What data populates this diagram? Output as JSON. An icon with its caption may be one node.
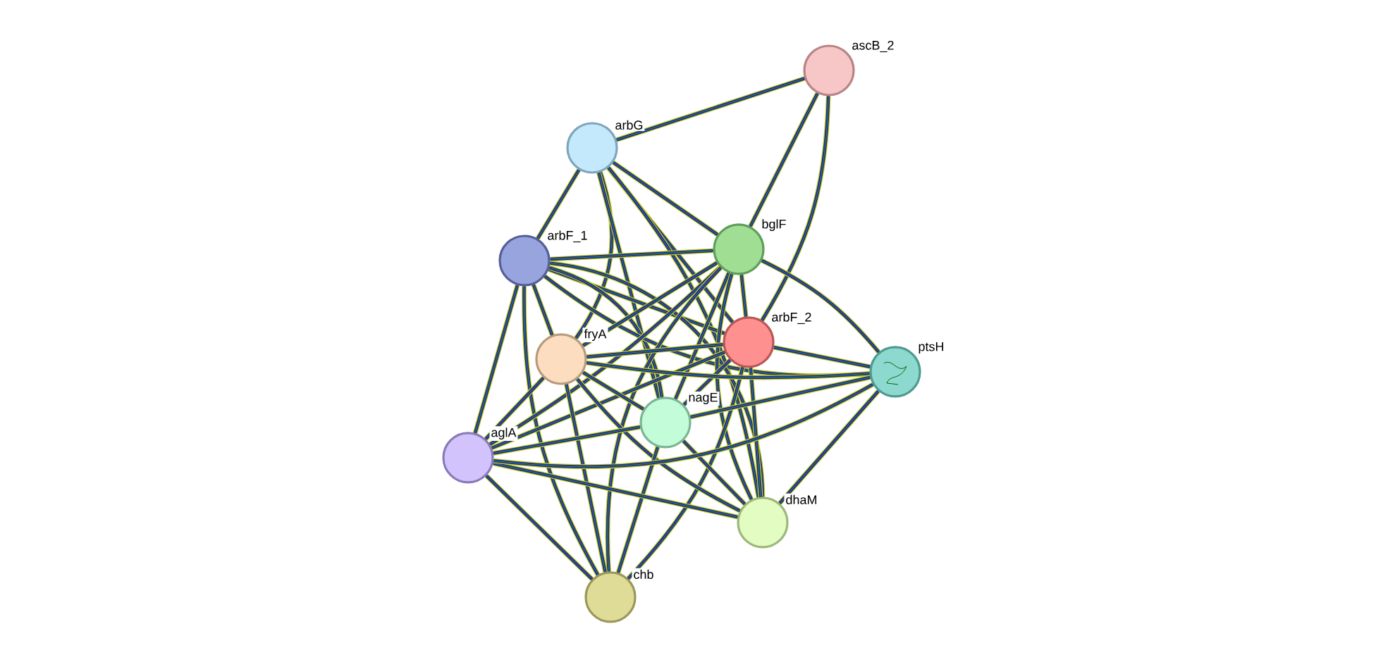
{
  "diagram": {
    "nodes": [
      {
        "text": [
          "ascB_2"
        ]
      },
      {
        "text": [
          "arbG"
        ]
      },
      {
        "text": [
          "bglF"
        ]
      },
      {
        "text": [
          "arbF_1"
        ]
      },
      {
        "text": [
          "arbF_2"
        ]
      },
      {
        "text": [
          "fryA"
        ]
      },
      {
        "text": [
          "ptsH"
        ]
      },
      {
        "text": [
          "nagE"
        ]
      },
      {
        "text": [
          "aglA"
        ]
      },
      {
        "text": [
          "dhaM"
        ]
      },
      {
        "text": [
          "chb"
        ]
      }
    ],
    "edges": [
      {
        "from": 0,
        "to": 1,
        "arrow": "none"
      },
      {
        "from": 0,
        "to": 2,
        "arrow": "none"
      },
      {
        "from": 0,
        "to": 4,
        "arrow": "none"
      },
      {
        "from": 1,
        "to": 3,
        "arrow": "none"
      },
      {
        "from": 1,
        "to": 2,
        "arrow": "none"
      },
      {
        "from": 1,
        "to": 4,
        "arrow": "none"
      },
      {
        "from": 1,
        "to": 5,
        "arrow": "none"
      },
      {
        "from": 1,
        "to": 7,
        "arrow": "none"
      },
      {
        "from": 1,
        "to": 9,
        "arrow": "none"
      },
      {
        "from": 3,
        "to": 2,
        "arrow": "none"
      },
      {
        "from": 3,
        "to": 4,
        "arrow": "none"
      },
      {
        "from": 3,
        "to": 5,
        "arrow": "none"
      },
      {
        "from": 3,
        "to": 7,
        "arrow": "none"
      },
      {
        "from": 3,
        "to": 8,
        "arrow": "none"
      },
      {
        "from": 3,
        "to": 6,
        "arrow": "none"
      },
      {
        "from": 3,
        "to": 9,
        "arrow": "none"
      },
      {
        "from": 3,
        "to": 10,
        "arrow": "none"
      },
      {
        "from": 2,
        "to": 4,
        "arrow": "none"
      },
      {
        "from": 2,
        "to": 5,
        "arrow": "none"
      },
      {
        "from": 2,
        "to": 7,
        "arrow": "none"
      },
      {
        "from": 2,
        "to": 8,
        "arrow": "none"
      },
      {
        "from": 2,
        "to": 6,
        "arrow": "none"
      },
      {
        "from": 2,
        "to": 9,
        "arrow": "none"
      },
      {
        "from": 2,
        "to": 10,
        "arrow": "none"
      },
      {
        "from": 4,
        "to": 5,
        "arrow": "none"
      },
      {
        "from": 4,
        "to": 7,
        "arrow": "none"
      },
      {
        "from": 4,
        "to": 8,
        "arrow": "none"
      },
      {
        "from": 4,
        "to": 6,
        "arrow": "none"
      },
      {
        "from": 4,
        "to": 9,
        "arrow": "none"
      },
      {
        "from": 4,
        "to": 10,
        "arrow": "none"
      },
      {
        "from": 5,
        "to": 7,
        "arrow": "none"
      },
      {
        "from": 5,
        "to": 8,
        "arrow": "none"
      },
      {
        "from": 5,
        "to": 6,
        "arrow": "none"
      },
      {
        "from": 5,
        "to": 9,
        "arrow": "none"
      },
      {
        "from": 5,
        "to": 10,
        "arrow": "none"
      },
      {
        "from": 7,
        "to": 8,
        "arrow": "none"
      },
      {
        "from": 7,
        "to": 6,
        "arrow": "none"
      },
      {
        "from": 7,
        "to": 9,
        "arrow": "none"
      },
      {
        "from": 7,
        "to": 10,
        "arrow": "none"
      },
      {
        "from": 8,
        "to": 10,
        "arrow": "none"
      },
      {
        "from": 8,
        "to": 9,
        "arrow": "none"
      },
      {
        "from": 8,
        "to": 6,
        "arrow": "none"
      },
      {
        "from": 6,
        "to": 9,
        "arrow": "none"
      }
    ]
  }
}
